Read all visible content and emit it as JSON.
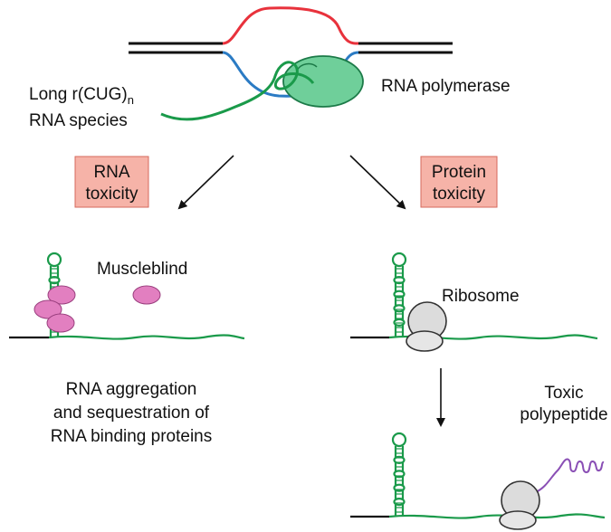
{
  "labels": {
    "long_rna_line1_prefix": "Long r(CUG)",
    "long_rna_subscript": "n",
    "long_rna_line2": "RNA species",
    "rna_polymerase": "RNA polymerase",
    "rna_toxicity_line1": "RNA",
    "rna_toxicity_line2": "toxicity",
    "protein_toxicity_line1": "Protein",
    "protein_toxicity_line2": "toxicity",
    "muscleblind": "Muscleblind",
    "ribosome": "Ribosome",
    "toxic_line1": "Toxic",
    "toxic_line2": "polypeptide",
    "aggregation_line1": "RNA aggregation",
    "aggregation_line2": "and sequestration of",
    "aggregation_line3": "RNA binding proteins"
  },
  "colors": {
    "dna_top_bubble": "#e8323c",
    "dna_bottom_bubble": "#2b7bc4",
    "rna": "#1a9a4a",
    "polymerase": "#6fcf9a",
    "toxicity_box": "#f6b3a8",
    "muscleblind": "#e27fc0",
    "ribosome": "#d9d9d9",
    "polypeptide": "#8a4fb5"
  }
}
